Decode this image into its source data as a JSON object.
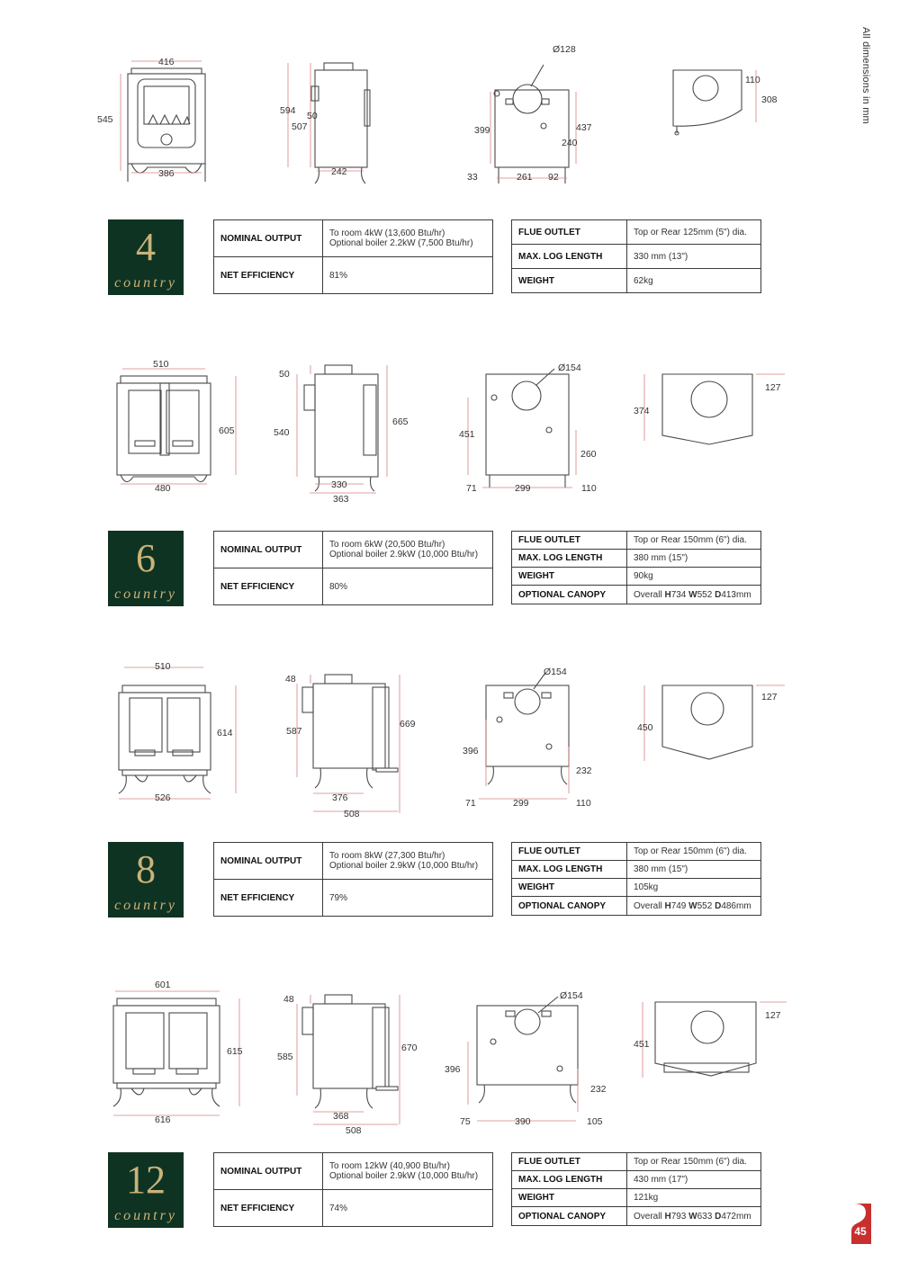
{
  "side_note": "All dimensions in mm",
  "page_number": "45",
  "colors": {
    "badge_bg": "#0f3322",
    "badge_text": "#c9b37a",
    "tab": "#c7302e",
    "dimension_line": "#d98080"
  },
  "models": [
    {
      "number": "4",
      "word": "country",
      "dims": {
        "width_top": "416",
        "height": "545",
        "width_base": "386",
        "side_height": "594",
        "side_flue": "50",
        "side_body": "507",
        "side_depth": "242",
        "flue_dia": "Ø128",
        "rear_flue": "399",
        "rear_h2": "437",
        "rear_h3": "240",
        "rear_a": "33",
        "rear_b": "261",
        "rear_c": "92",
        "top_a": "110",
        "top_b": "308"
      },
      "left_table": [
        {
          "label": "NOMINAL OUTPUT",
          "lines": [
            "To room 4kW (13,600 Btu/hr)",
            "Optional boiler 2.2kW (7,500 Btu/hr)"
          ]
        },
        {
          "label": "NET EFFICIENCY",
          "lines": [
            "81%"
          ]
        }
      ],
      "right_table": [
        {
          "label": "FLUE OUTLET",
          "value": "Top or Rear 125mm (5\") dia."
        },
        {
          "label": "MAX. LOG LENGTH",
          "value": "330 mm (13\")"
        },
        {
          "label": "WEIGHT",
          "value": "62kg"
        }
      ]
    },
    {
      "number": "6",
      "word": "country",
      "dims": {
        "width_top": "510",
        "height": "605",
        "width_base": "480",
        "side_height": "665",
        "side_flue": "50",
        "side_body": "540",
        "side_depth": "330",
        "side_depth2": "363",
        "flue_dia": "Ø154",
        "rear_flue": "451",
        "rear_h3": "260",
        "rear_a": "71",
        "rear_b": "299",
        "rear_c": "110",
        "top_a": "127",
        "top_b": "374"
      },
      "left_table": [
        {
          "label": "NOMINAL OUTPUT",
          "lines": [
            "To room 6kW (20,500 Btu/hr)",
            "Optional boiler 2.9kW (10,000 Btu/hr)"
          ]
        },
        {
          "label": "NET EFFICIENCY",
          "lines": [
            "80%"
          ]
        }
      ],
      "right_table": [
        {
          "label": "FLUE OUTLET",
          "value": "Top or Rear 150mm (6\") dia."
        },
        {
          "label": "MAX. LOG LENGTH",
          "value": "380 mm (15\")"
        },
        {
          "label": "WEIGHT",
          "value": "90kg"
        },
        {
          "label": "OPTIONAL CANOPY",
          "canopy": {
            "prefix": "Overall ",
            "h": "734",
            "w": "552",
            "d": "413mm"
          }
        }
      ]
    },
    {
      "number": "8",
      "word": "country",
      "dims": {
        "width_top": "510",
        "height": "614",
        "width_base": "526",
        "side_height": "669",
        "side_flue": "48",
        "side_body": "587",
        "side_depth": "376",
        "side_depth2": "508",
        "flue_dia": "Ø154",
        "rear_flue": "396",
        "rear_h3": "232",
        "rear_a": "71",
        "rear_b": "299",
        "rear_c": "110",
        "top_a": "127",
        "top_b": "450"
      },
      "left_table": [
        {
          "label": "NOMINAL OUTPUT",
          "lines": [
            "To room 8kW (27,300 Btu/hr)",
            "Optional boiler 2.9kW (10,000 Btu/hr)"
          ]
        },
        {
          "label": "NET EFFICIENCY",
          "lines": [
            "79%"
          ]
        }
      ],
      "right_table": [
        {
          "label": "FLUE OUTLET",
          "value": "Top or Rear 150mm (6\") dia."
        },
        {
          "label": "MAX. LOG LENGTH",
          "value": "380 mm (15\")"
        },
        {
          "label": "WEIGHT",
          "value": "105kg"
        },
        {
          "label": "OPTIONAL CANOPY",
          "canopy": {
            "prefix": "Overall ",
            "h": "749",
            "w": "552",
            "d": "486mm"
          }
        }
      ]
    },
    {
      "number": "12",
      "word": "country",
      "dims": {
        "width_top": "601",
        "height": "615",
        "width_base": "616",
        "side_height": "670",
        "side_flue": "48",
        "side_body": "585",
        "side_depth": "368",
        "side_depth2": "508",
        "flue_dia": "Ø154",
        "rear_flue": "396",
        "rear_h3": "232",
        "rear_a": "75",
        "rear_b": "390",
        "rear_c": "105",
        "top_a": "127",
        "top_b": "451"
      },
      "left_table": [
        {
          "label": "NOMINAL OUTPUT",
          "lines": [
            "To room 12kW (40,900 Btu/hr)",
            "Optional boiler 2.9kW (10,000 Btu/hr)"
          ]
        },
        {
          "label": "NET EFFICIENCY",
          "lines": [
            "74%"
          ]
        }
      ],
      "right_table": [
        {
          "label": "FLUE OUTLET",
          "value": "Top or Rear 150mm (6\") dia."
        },
        {
          "label": "MAX. LOG LENGTH",
          "value": "430 mm (17\")"
        },
        {
          "label": "WEIGHT",
          "value": "121kg"
        },
        {
          "label": "OPTIONAL CANOPY",
          "canopy": {
            "prefix": "Overall ",
            "h": "793",
            "w": "633",
            "d": "472mm"
          }
        }
      ]
    }
  ]
}
